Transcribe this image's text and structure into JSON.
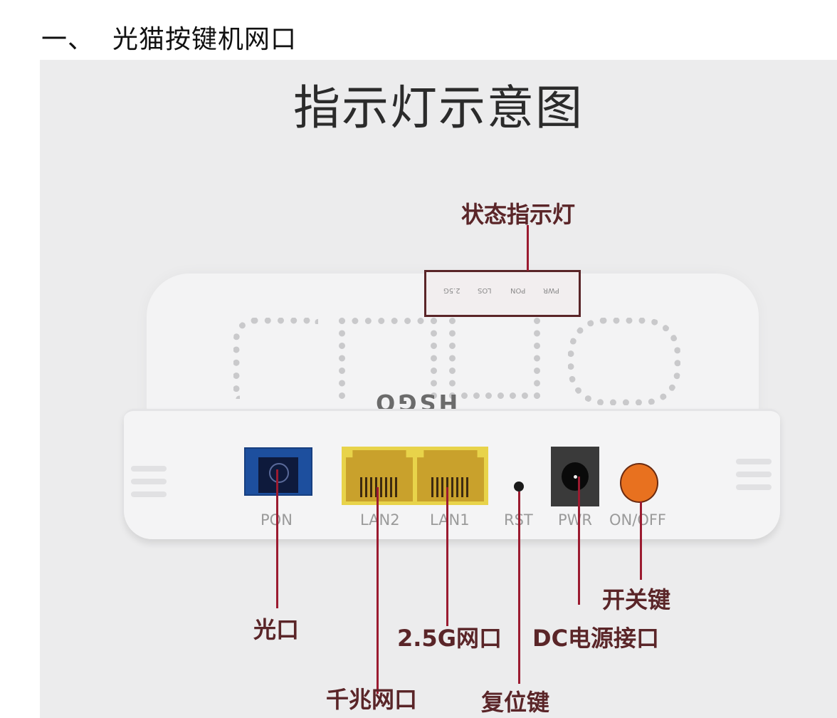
{
  "document": {
    "section_number": "一、",
    "section_title": "光猫按键机网口"
  },
  "figure": {
    "title": "指示灯示意图",
    "device": {
      "brand": "HSGO",
      "top_logo": "ONU",
      "indicator_leds": [
        "PWR",
        "PON",
        "LOS",
        "2.5G"
      ],
      "ports": [
        {
          "id": "pon",
          "label": "PON",
          "color": "#1d4f9e"
        },
        {
          "id": "lan2",
          "label": "LAN2",
          "color": "#c9a12c"
        },
        {
          "id": "lan1",
          "label": "LAN1",
          "color": "#c9a12c"
        },
        {
          "id": "rst",
          "label": "RST",
          "color": "#1a1a1a"
        },
        {
          "id": "pwr",
          "label": "PWR",
          "color": "#3a3a3a"
        },
        {
          "id": "onoff",
          "label": "ON/OFF",
          "color": "#e8711f"
        }
      ]
    },
    "callouts": {
      "status_leds": "状态指示灯",
      "optical_port": "光口",
      "gigabit_port": "千兆网口",
      "port_2_5g": "2.5G网口",
      "reset_key": "复位键",
      "dc_power": "DC电源接口",
      "power_switch": "开关键"
    },
    "colors": {
      "callout_line": "#9b1b30",
      "callout_text": "#5a2528",
      "background": "#ececed"
    }
  }
}
